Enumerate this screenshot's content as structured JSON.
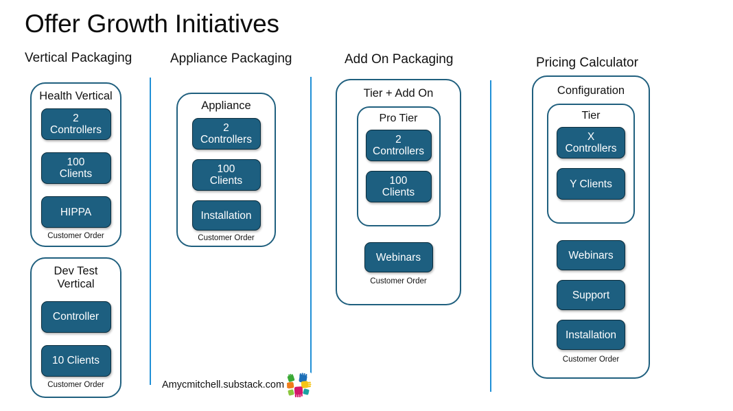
{
  "page": {
    "title": "Offer Growth Initiatives"
  },
  "columns": [
    {
      "header": "Vertical Packaging"
    },
    {
      "header": "Appliance Packaging"
    },
    {
      "header": "Add On Packaging"
    },
    {
      "header": "Pricing Calculator"
    }
  ],
  "cards": {
    "health_vertical": {
      "title": "Health Vertical",
      "footer": "Customer Order",
      "chips": [
        "2\nControllers",
        "100\nClients",
        "HIPPA"
      ]
    },
    "dev_test_vertical": {
      "title": "Dev Test\nVertical",
      "footer": "Customer Order",
      "chips": [
        "Controller",
        "10 Clients"
      ]
    },
    "appliance": {
      "title": "Appliance",
      "footer": "Customer Order",
      "chips": [
        "2\nControllers",
        "100\nClients",
        "Installation"
      ]
    },
    "tier_add_on": {
      "title": "Tier + Add On",
      "footer": "Customer Order",
      "subcard": {
        "title": "Pro Tier",
        "chips": [
          "2\nControllers",
          "100\nClients"
        ]
      },
      "chips": [
        "Webinars"
      ]
    },
    "configuration": {
      "title": "Configuration",
      "footer": "Customer Order",
      "subcard": {
        "title": "Tier",
        "chips": [
          "X\nControllers",
          "Y Clients"
        ]
      },
      "chips": [
        "Webinars",
        "Support",
        "Installation"
      ]
    }
  },
  "watermark": {
    "text": "Amycmitchell.substack.com",
    "logo_name": "helping-hands-logo"
  },
  "colors": {
    "chip_fill": "#1d5f80",
    "chip_border": "#0b2d3d",
    "card_border": "#1f5f7e",
    "separator": "#1f8fd6",
    "text": "#111111",
    "background": "#ffffff"
  }
}
